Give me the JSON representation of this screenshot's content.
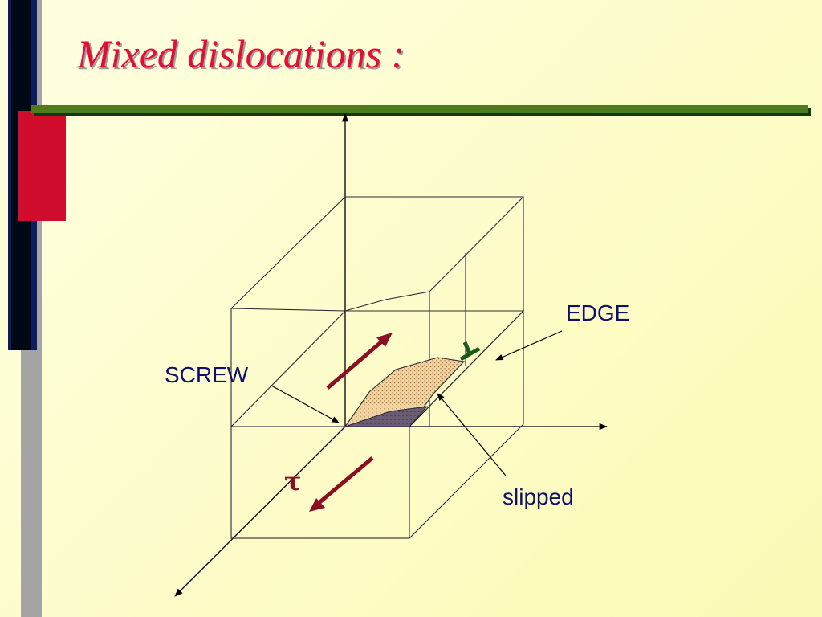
{
  "title": "Mixed dislocations :",
  "labels": {
    "edge": "EDGE",
    "screw": "SCREW",
    "slipped": "slipped",
    "tau": "τ"
  },
  "colors": {
    "title": "#e40d35",
    "accent_red": "#d10d2e",
    "navy": "#0e1b5e",
    "rule_green": "#4f7a1d",
    "shear_arrow": "#8b0f22",
    "dislocation_symbol": "#1a5a1a",
    "label_text": "#10106a",
    "slipped_fill": "#f0c890",
    "slipped_lower": "#6a5c72"
  }
}
